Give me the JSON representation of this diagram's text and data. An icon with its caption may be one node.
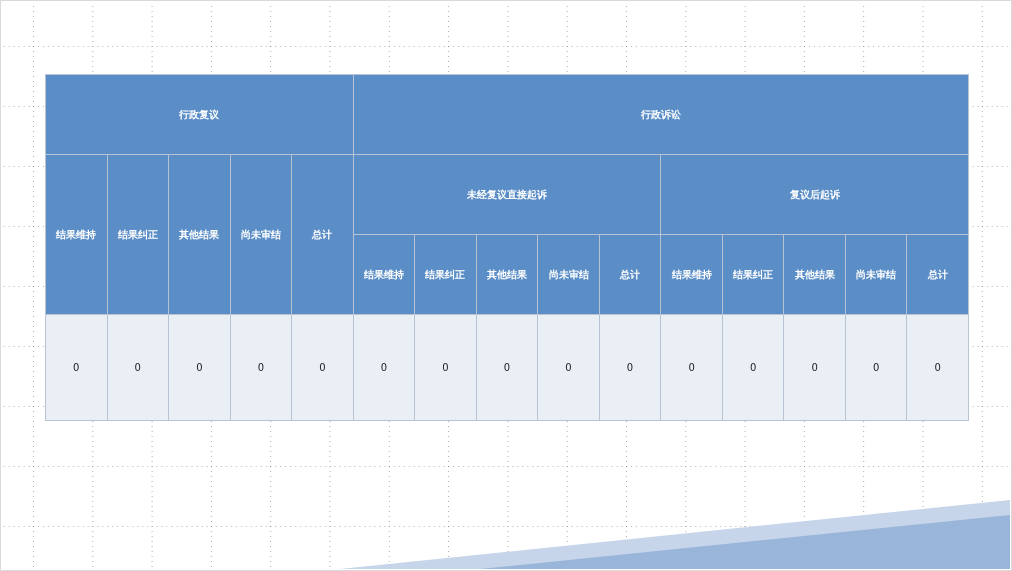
{
  "diagram": {
    "labels": [
      "行政复议",
      "行政诉讼",
      "结果维持",
      "结果纠正",
      "其他结果",
      "尚未审结",
      "总计",
      "未经复议直接起诉",
      "复议后起诉",
      "结果维持",
      "结果纠正",
      "其他结果",
      "尚未审结",
      "总计",
      "结果维持",
      "结果纠正",
      "其他结果",
      "尚未审结",
      "总计",
      "0",
      "0",
      "0",
      "0",
      "0",
      "0",
      "0",
      "0",
      "0",
      "0",
      "0",
      "0",
      "0",
      "0",
      "0"
    ]
  }
}
